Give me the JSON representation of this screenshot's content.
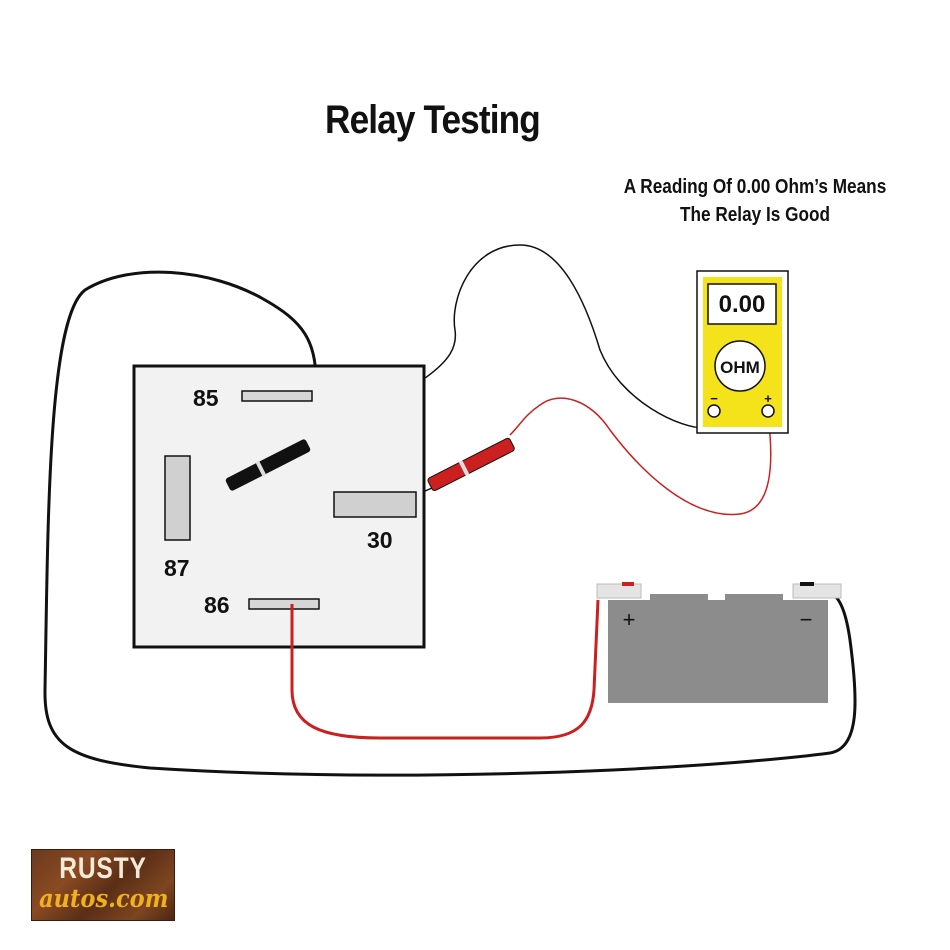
{
  "title": "Relay Testing",
  "note": {
    "line1": "A Reading Of 0.00 Ohm’s Means",
    "line2": "The Relay Is Good"
  },
  "relay": {
    "pins": {
      "p85": "85",
      "p87": "87",
      "p86": "86",
      "p30": "30"
    }
  },
  "meter": {
    "reading": "0.00",
    "unit": "OHM",
    "neg_symbol": "−",
    "pos_symbol": "+"
  },
  "battery": {
    "pos_symbol": "+",
    "neg_symbol": "−"
  },
  "logo": {
    "line1": "RUSTY",
    "line2": "autos.com"
  },
  "colors": {
    "meter_body": "#f4e21a",
    "red_lead": "#cc1f1f",
    "black_lead": "#111111",
    "battery": "#8c8c8c",
    "relay_body": "#f2f2f2"
  }
}
